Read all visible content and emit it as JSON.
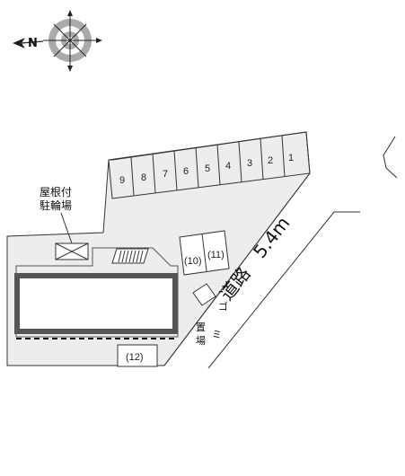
{
  "compass": {
    "north_label": "N",
    "icon": "compass-rose-icon"
  },
  "parking_row": [
    "9",
    "8",
    "7",
    "6",
    "5",
    "4",
    "3",
    "2",
    "1"
  ],
  "parking_extra": [
    "(10)",
    "(11)"
  ],
  "parking_bottom": "(12)",
  "bike_shed_label": [
    "屋根付",
    "駐輪場"
  ],
  "garbage_label": [
    "ゴ",
    "ミ",
    "置",
    "場"
  ],
  "road_label": {
    "width": "5.4m",
    "kind": "道路"
  },
  "colors": {
    "lot_fill": "#ededed",
    "building_border": "#555555"
  }
}
